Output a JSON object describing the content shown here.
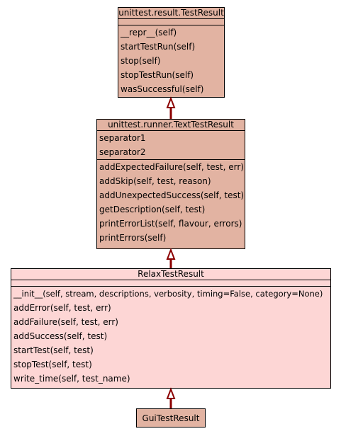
{
  "classes": {
    "test_result": {
      "name": "unittest.result.TestResult",
      "attributes": [],
      "methods": [
        "__repr__(self)",
        "startTestRun(self)",
        "stop(self)",
        "stopTestRun(self)",
        "wasSuccessful(self)"
      ]
    },
    "text_test_result": {
      "name": "unittest.runner.TextTestResult",
      "attributes": [
        "separator1",
        "separator2"
      ],
      "methods": [
        "addExpectedFailure(self, test, err)",
        "addSkip(self, test, reason)",
        "addUnexpectedSuccess(self, test)",
        "getDescription(self, test)",
        "printErrorList(self, flavour, errors)",
        "printErrors(self)"
      ]
    },
    "relax_test_result": {
      "name": "RelaxTestResult",
      "attributes": [],
      "methods": [
        "__init__(self, stream, descriptions, verbosity, timing=False, category=None)",
        "addError(self, test, err)",
        "addFailure(self, test, err)",
        "addSuccess(self, test)",
        "startTest(self, test)",
        "stopTest(self, test)",
        "write_time(self, test_name)"
      ]
    },
    "gui_test_result": {
      "name": "GuiTestResult"
    }
  },
  "colors": {
    "parent_class_fill": "#e2b3a2",
    "relax_class_fill": "#fdd6d5",
    "gui_class_fill": "#e2b3a2",
    "inheritance_arrow": "#8b0000"
  }
}
